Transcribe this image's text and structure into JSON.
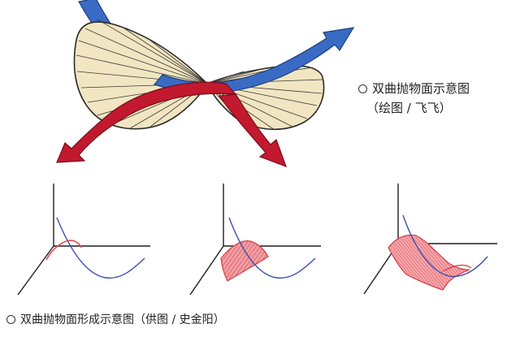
{
  "captions": {
    "top_title": "双曲抛物面示意图",
    "top_credit": "（绘图 / 飞飞）",
    "bottom": "双曲抛物面形成示意图（供图 / 史金阳）"
  },
  "colors": {
    "surface_fill": "#f1e6c1",
    "surface_line": "#2b2b2b",
    "arrow_blue": "#3a6bc4",
    "arrow_red": "#c2192f",
    "axis": "#1f1f1f",
    "curve_blue": "#3d4fb0",
    "sheet_red": "#e6606a",
    "sheet_red_light": "#f2a0a3"
  },
  "icons": [
    "circle-bullet-icon"
  ]
}
